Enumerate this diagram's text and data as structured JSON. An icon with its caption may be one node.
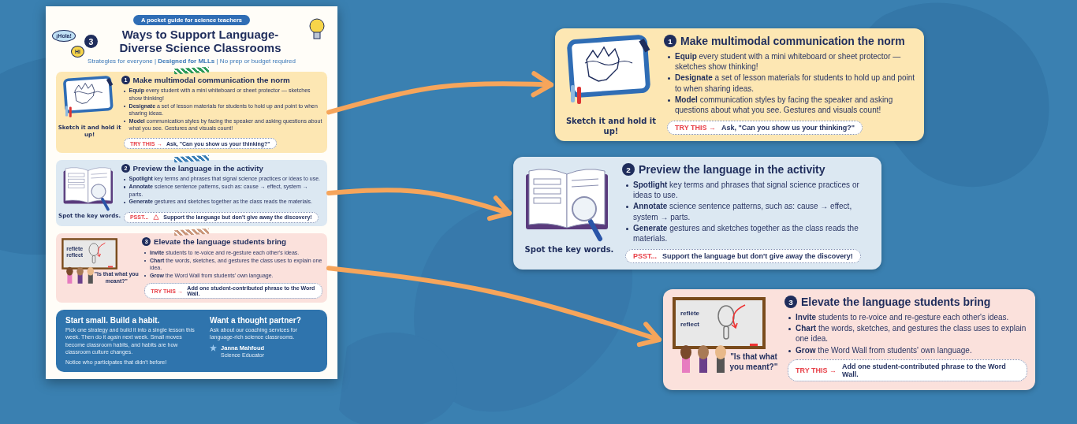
{
  "diagram": {
    "nodes": [
      {
        "text": [
          "3",
          "Ways to Support Language-Diverse Science Classrooms",
          "Strategies for everyone | **Designed for MLLs** | No prep or budget required"
        ]
      },
      {
        "text": [
          "A pocket guide for science teachers"
        ],
        "in": 0
      },
      {
        "text": [
          "¡Hola!"
        ],
        "in": 0
      },
      {
        "text": [
          "Hi"
        ],
        "in": 0
      },
      {
        "text": [
          "Sketch it and hold it up!",
          "1",
          "Make multimodal communication the norm",
          "**Equip** every student with a mini whiteboard or sheet protector — sketches show thinking!",
          "**Designate** a set of lesson materials for students to hold up and point to when sharing ideas.",
          "**Model** communication styles by facing the speaker and asking questions about what you see. Gestures and visuals count!"
        ],
        "in": 0
      },
      {
        "text": [
          "TRY THIS →",
          "Ask, \"Can you show us your thinking?\""
        ],
        "in": 4
      },
      {
        "text": [
          "Spot the key words.",
          "2",
          "Preview the language in the activity",
          "**Spotlight** key terms and phrases that signal science practices or ideas to use.",
          "**Annotate** science sentence patterns, such as: cause → effect, system → parts.",
          "**Generate** gestures and sketches together as the class reads the materials."
        ],
        "in": 0
      },
      {
        "text": [
          "PSST...",
          "Support the language but don't give away the discovery!"
        ],
        "in": 6
      },
      {
        "text": [
          "reflète",
          "reflect",
          "\"Is that what you meant?\"",
          "3",
          "Elevate the language students bring",
          "**Invite** students to re-voice and re-gesture each other's ideas.",
          "**Chart** the words, sketches, and gestures the class uses to explain one idea.",
          "**Grow** the Word Wall from students' own language."
        ],
        "in": 0
      },
      {
        "text": [
          "TRY THIS →",
          "Add one student-contributed phrase to the Word Wall."
        ],
        "in": 8
      },
      {
        "text": [
          "Start small. Build a habit.",
          "Pick one strategy and build it into a single lesson this week. Then do it again next week. Small moves become classroom habits, and habits are how classroom culture changes.",
          "Notice who participates that didn't before!",
          "Want a thought partner?",
          "Ask about our coaching services for language-rich science classrooms.",
          "Janna Mahfoud",
          "Science Educator"
        ],
        "in": 0
      },
      {
        "text": [
          "Sketch it and hold it up!",
          "1",
          "Make multimodal communication the norm",
          "**Equip** every student with a mini whiteboard or sheet protector — sketches show thinking!",
          "**Designate** a set of lesson materials for students to hold up and point to when sharing ideas.",
          "**Model** communication styles by facing the speaker and asking questions about what you see. Gestures and visuals count!"
        ]
      },
      {
        "text": [
          "TRY THIS →",
          "Ask, \"Can you show us your thinking?\""
        ],
        "in": 11
      },
      {
        "text": [
          "Spot the key words.",
          "2",
          "Preview the language in the activity",
          "**Spotlight** key terms and phrases that signal science practices or ideas to use.",
          "**Annotate** science sentence patterns, such as: cause → effect, system → parts.",
          "**Generate** gestures and sketches together as the class reads the materials."
        ]
      },
      {
        "text": [
          "PSST...",
          "Support the language but don't give away the discovery!"
        ],
        "in": 13
      },
      {
        "text": [
          "reflète",
          "reflect",
          "\"Is that what you meant?\"",
          "3",
          "Elevate the language students bring",
          "**Invite** students to re-voice and re-gesture each other's ideas.",
          "**Chart** the words, sketches, and gestures the class uses to explain one idea.",
          "**Grow** the Word Wall from students' own language."
        ]
      },
      {
        "text": [
          "TRY THIS →",
          "Add one student-contributed phrase to the Word Wall."
        ],
        "in": 15
      }
    ],
    "edges": [
      {
        "from": 4,
        "to": 11,
        "arrow": "to"
      },
      {
        "from": 6,
        "to": 13,
        "arrow": "to"
      },
      {
        "from": 8,
        "to": 15,
        "arrow": "to"
      }
    ]
  }
}
